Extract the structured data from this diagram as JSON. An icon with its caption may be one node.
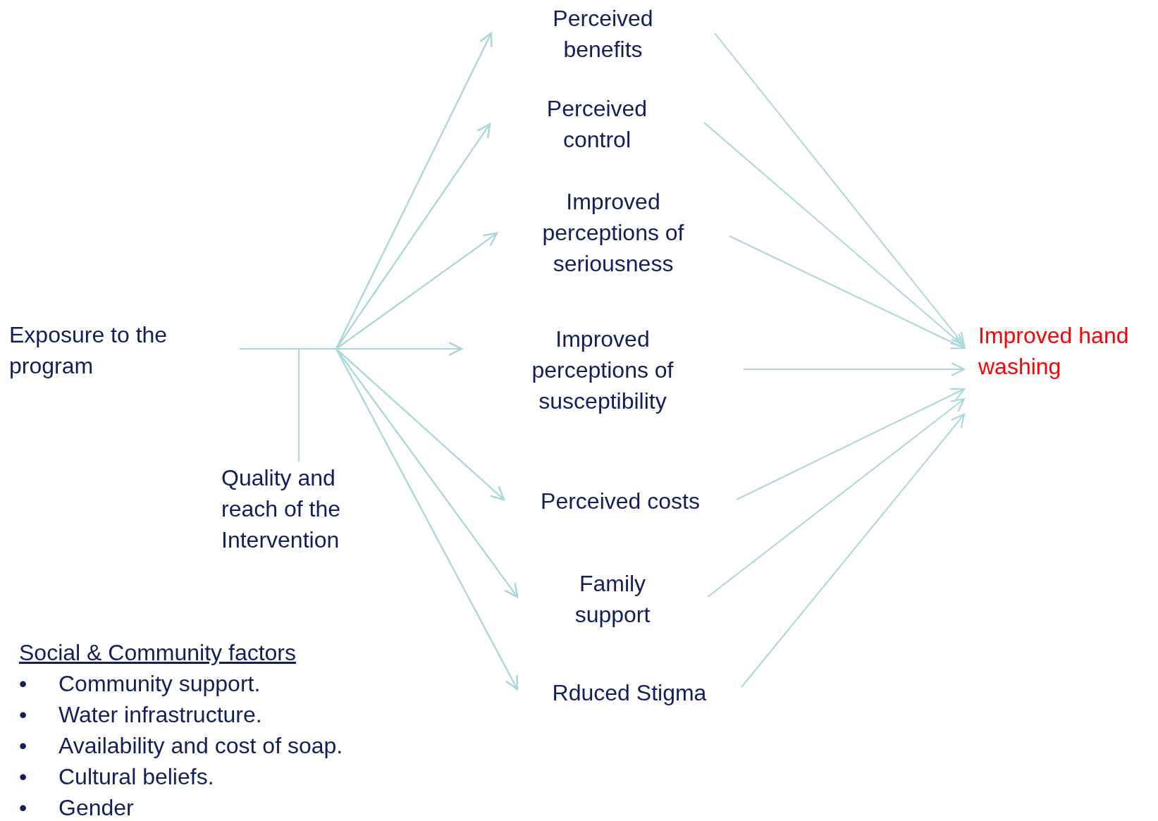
{
  "diagram": {
    "nodes": [
      {
        "text": [
          "Exposure to the program"
        ]
      },
      {
        "text": [
          "Quality and reach of the Intervention"
        ]
      },
      {
        "text": [
          "Perceived benefits"
        ]
      },
      {
        "text": [
          "Perceived control"
        ]
      },
      {
        "text": [
          "Improved perceptions of seriousness"
        ]
      },
      {
        "text": [
          "Improved perceptions of susceptibility"
        ]
      },
      {
        "text": [
          "Perceived costs"
        ]
      },
      {
        "text": [
          "Family support"
        ]
      },
      {
        "text": [
          "Rduced Stigma"
        ]
      },
      {
        "text": [
          "Improved hand washing"
        ]
      }
    ],
    "edges": [
      {
        "from": 0,
        "to": 2,
        "arrow": "to"
      },
      {
        "from": 0,
        "to": 3,
        "arrow": "to"
      },
      {
        "from": 0,
        "to": 4,
        "arrow": "to"
      },
      {
        "from": 0,
        "to": 5,
        "arrow": "to"
      },
      {
        "from": 0,
        "to": 6,
        "arrow": "to"
      },
      {
        "from": 0,
        "to": 7,
        "arrow": "to"
      },
      {
        "from": 0,
        "to": 8,
        "arrow": "to"
      },
      {
        "from": 1,
        "to": 2,
        "arrow": "to"
      },
      {
        "from": 1,
        "to": 3,
        "arrow": "to"
      },
      {
        "from": 1,
        "to": 4,
        "arrow": "to"
      },
      {
        "from": 1,
        "to": 5,
        "arrow": "to"
      },
      {
        "from": 1,
        "to": 6,
        "arrow": "to"
      },
      {
        "from": 1,
        "to": 7,
        "arrow": "to"
      },
      {
        "from": 1,
        "to": 8,
        "arrow": "to"
      },
      {
        "from": 2,
        "to": 9,
        "arrow": "to"
      },
      {
        "from": 3,
        "to": 9,
        "arrow": "to"
      },
      {
        "from": 4,
        "to": 9,
        "arrow": "to"
      },
      {
        "from": 5,
        "to": 9,
        "arrow": "to"
      },
      {
        "from": 6,
        "to": 9,
        "arrow": "to"
      },
      {
        "from": 7,
        "to": 9,
        "arrow": "to"
      },
      {
        "from": 8,
        "to": 9,
        "arrow": "to"
      }
    ],
    "labels": [
      "Social & Community factors",
      "•",
      "Community support.",
      "•",
      "Water infrastructure.",
      "•",
      "Availability and cost of soap.",
      "•",
      "Cultural beliefs.",
      "•",
      "Gender"
    ]
  }
}
